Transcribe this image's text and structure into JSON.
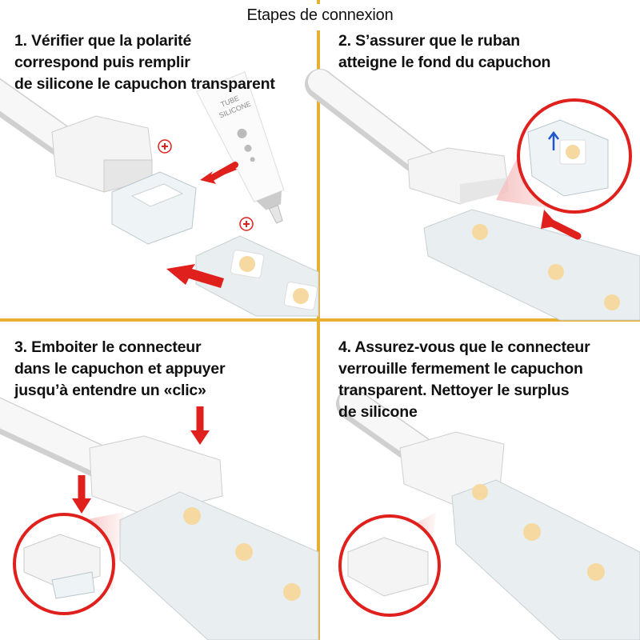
{
  "title": "Etapes de connexion",
  "steps": [
    {
      "number": 1,
      "lines": [
        "1. Vérifier que la polarité",
        "correspond puis remplir",
        "de silicone le capuchon transparent"
      ]
    },
    {
      "number": 2,
      "lines": [
        "2. S’assurer que le ruban",
        "atteigne le fond du capuchon"
      ]
    },
    {
      "number": 3,
      "lines": [
        "3. Emboiter le connecteur",
        "dans le capuchon et appuyer",
        "jusqu’à entendre un «clic»"
      ]
    },
    {
      "number": 4,
      "lines": [
        "4. Assurez-vous que le connecteur",
        "verrouille fermement le capuchon",
        "transparent. Nettoyer le surplus",
        "de silicone"
      ]
    }
  ],
  "tube": {
    "line1": "TUBE",
    "line2": "SILICONE"
  },
  "colors": {
    "divider": "#e6b032",
    "arrow": "#e0201c",
    "led": "#f6d9a0",
    "magnifier": "#e0201c"
  }
}
